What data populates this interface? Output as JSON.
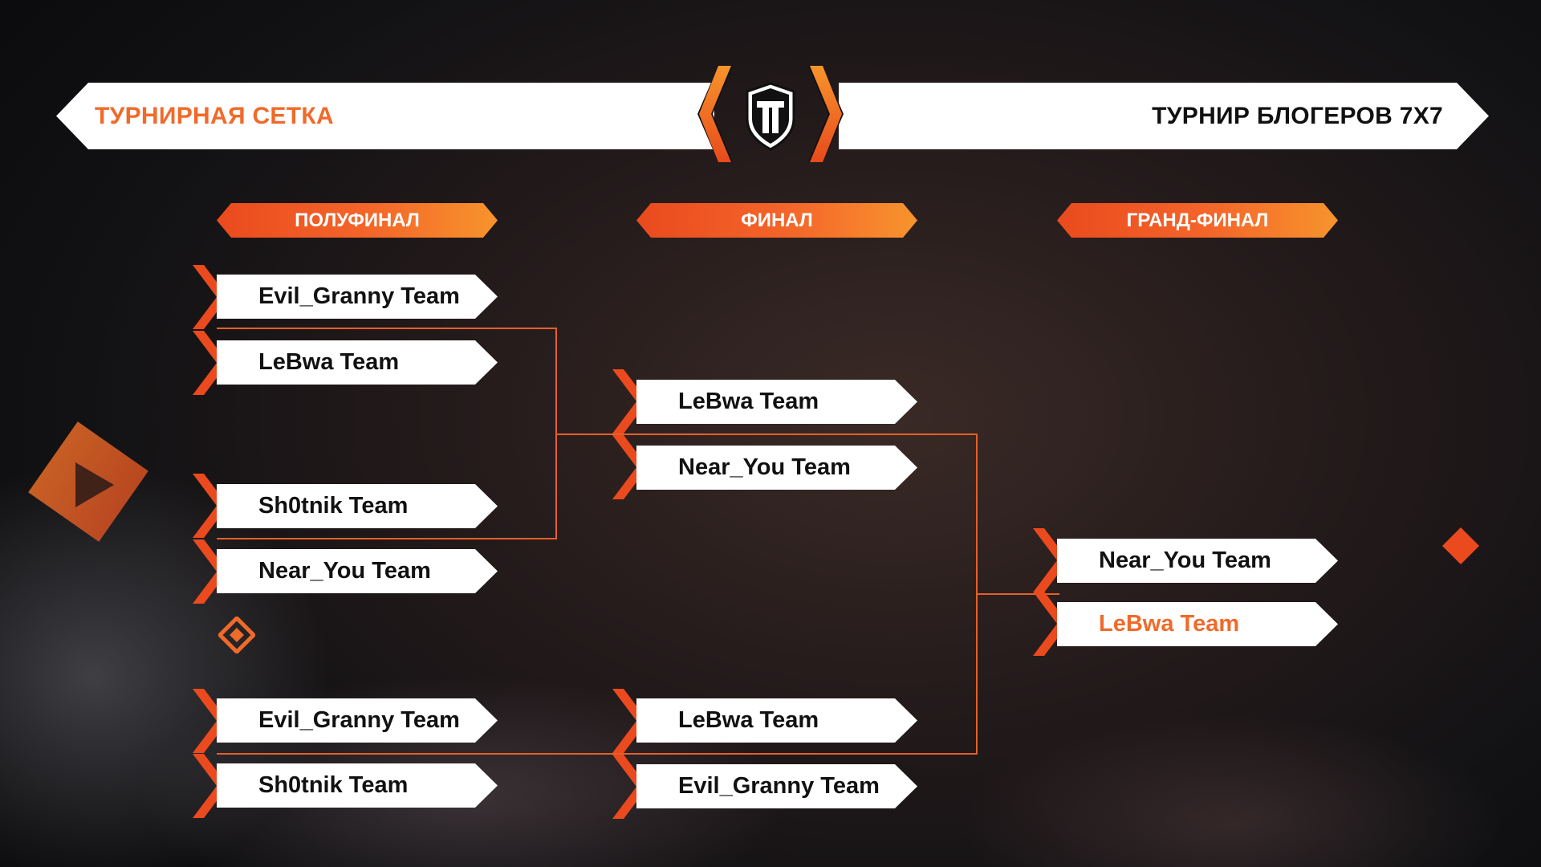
{
  "header": {
    "left_title": "ТУРНИРНАЯ СЕТКА",
    "right_title": "ТУРНИР БЛОГЕРОВ 7Х7",
    "logo_icon": "wot-shield-logo-icon"
  },
  "colors": {
    "accent": "#f06a2a",
    "accent_dark": "#e04a1c",
    "text_dark": "#111111",
    "box": "#ffffff"
  },
  "stages": {
    "semifinal": "ПОЛУФИНАЛ",
    "final": "ФИНАЛ",
    "grand_final": "ГРАНД-ФИНАЛ"
  },
  "semifinal": [
    {
      "team1": "Evil_Granny Team",
      "team2": "LeBwa Team"
    },
    {
      "team1": "Sh0tnik Team",
      "team2": "Near_You Team"
    },
    {
      "team1": "Evil_Granny Team",
      "team2": "Sh0tnik Team"
    }
  ],
  "final": [
    {
      "team1": "LeBwa Team",
      "team2": "Near_You Team"
    },
    {
      "team1": "LeBwa Team",
      "team2": "Evil_Granny Team"
    }
  ],
  "grand_final": {
    "team1": "Near_You Team",
    "team2": "LeBwa Team",
    "winner": "LeBwa Team"
  }
}
